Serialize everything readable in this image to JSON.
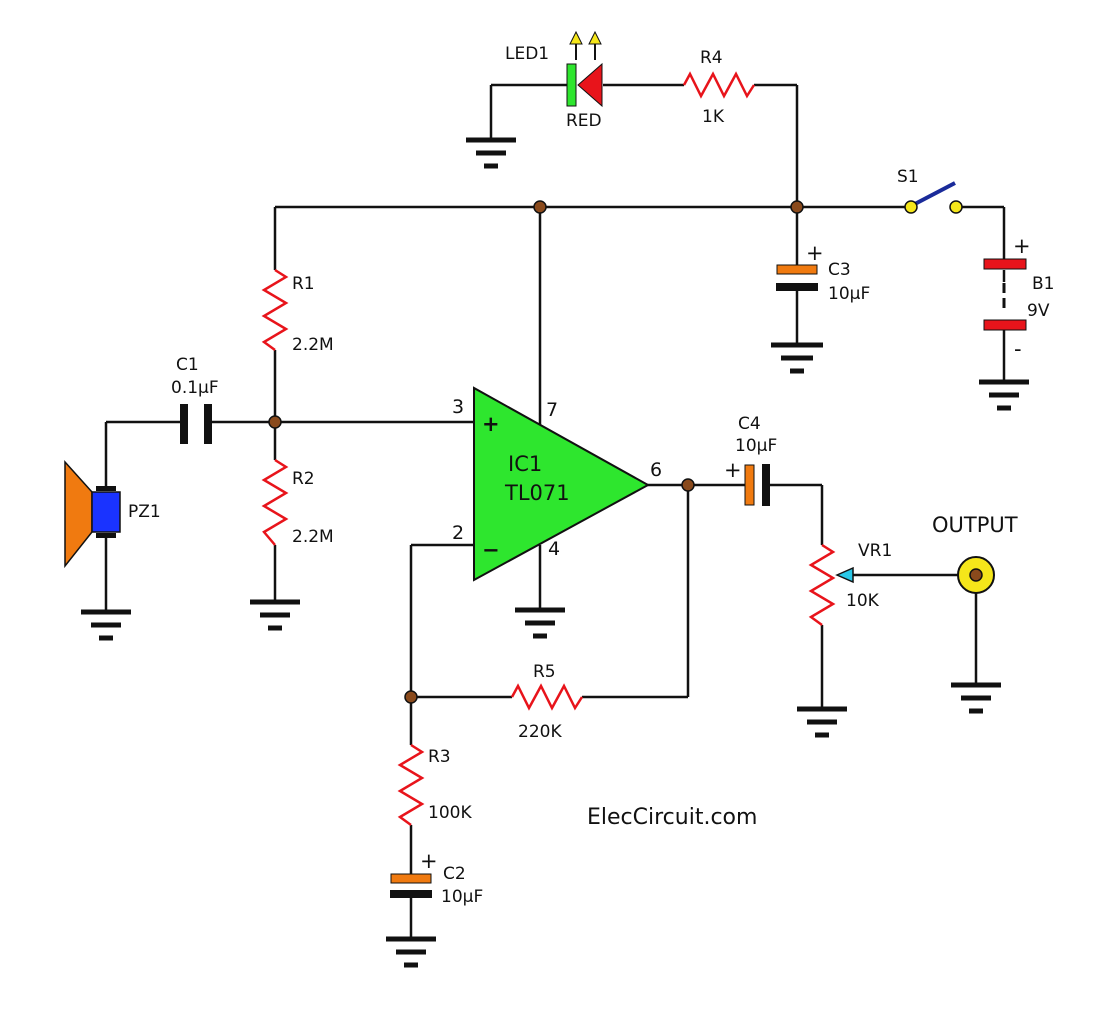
{
  "components": {
    "led1": {
      "ref": "LED1",
      "value": "RED"
    },
    "r4": {
      "ref": "R4",
      "value": "1K"
    },
    "s1": {
      "ref": "S1"
    },
    "c3": {
      "ref": "C3",
      "value": "10µF"
    },
    "b1": {
      "ref": "B1",
      "value": "9V"
    },
    "r1": {
      "ref": "R1",
      "value": "2.2M"
    },
    "r2": {
      "ref": "R2",
      "value": "2.2M"
    },
    "c1": {
      "ref": "C1",
      "value": "0.1µF"
    },
    "pz1": {
      "ref": "PZ1"
    },
    "ic1": {
      "ref": "IC1",
      "value": "TL071"
    },
    "c4": {
      "ref": "C4",
      "value": "10µF"
    },
    "vr1": {
      "ref": "VR1",
      "value": "10K"
    },
    "r5": {
      "ref": "R5",
      "value": "220K"
    },
    "r3": {
      "ref": "R3",
      "value": "100K"
    },
    "c2": {
      "ref": "C2",
      "value": "10µF"
    }
  },
  "pins": {
    "p3": "3",
    "p7": "7",
    "p6": "6",
    "p2": "2",
    "p4": "4"
  },
  "symbols": {
    "plus": "+",
    "minus": "−",
    "minus_small": "-"
  },
  "output_label": "OUTPUT",
  "watermark": "ElecCircuit.com",
  "colors": {
    "wire": "#111111",
    "resistor": "#e8141b",
    "opamp": "#2ee62e",
    "capacitor_electrolytic": "#f07a10",
    "battery": "#e8141b",
    "piezo_body": "#f07a10",
    "piezo_crystal": "#1a33ff",
    "junction": "#8a4a1c",
    "led_bar": "#2ee62e",
    "led_light": "#f5e61a",
    "switch_lever": "#1a2b9a",
    "jack": "#f5e61a"
  }
}
